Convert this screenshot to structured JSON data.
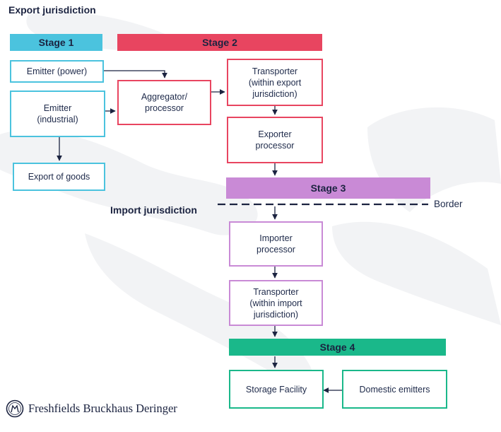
{
  "headings": {
    "export": "Export jurisdiction",
    "import": "Import jurisdiction"
  },
  "stages": {
    "s1": "Stage 1",
    "s2": "Stage 2",
    "s3": "Stage 3",
    "s4": "Stage 4"
  },
  "nodes": {
    "emitter_power": "Emitter (power)",
    "emitter_industrial": "Emitter\n(industrial)",
    "export_goods": "Export of goods",
    "aggregator": "Aggregator/\nprocessor",
    "transporter_export": "Transporter\n(within export\njurisdiction)",
    "exporter_processor": "Exporter\nprocessor",
    "importer_processor": "Importer\nprocessor",
    "transporter_import": "Transporter\n(within import\njurisdiction)",
    "storage": "Storage Facility",
    "domestic": "Domestic emitters"
  },
  "border_label": "Border",
  "logo_text": "Freshfields Bruckhaus Deringer",
  "colors": {
    "stage1": "#4bc3de",
    "stage2": "#e84560",
    "stage3": "#c98ad6",
    "stage4": "#1ab88a",
    "navy": "#1b2340"
  }
}
